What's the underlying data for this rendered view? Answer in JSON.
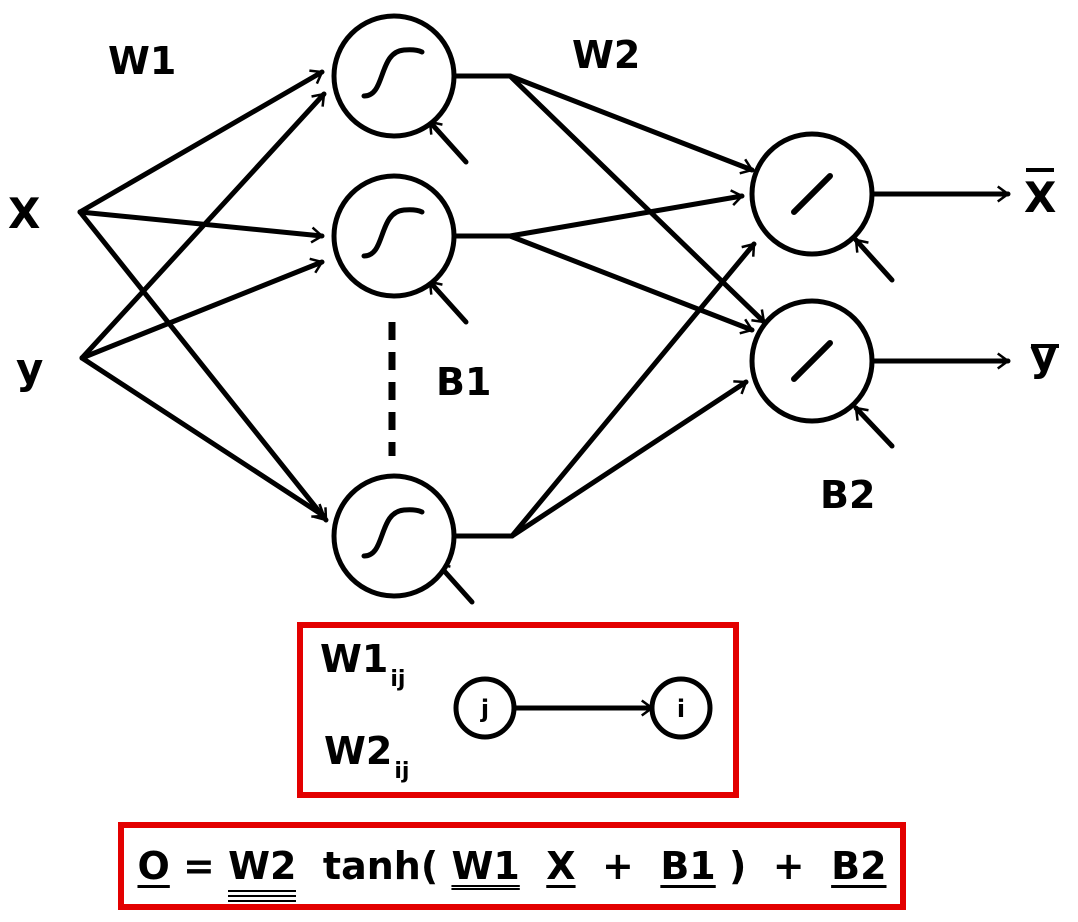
{
  "labels": {
    "w1": "W1",
    "w2": "W2",
    "b1": "B1",
    "b2": "B2",
    "input_x": "X",
    "input_y": "y",
    "output_x": "X",
    "output_y": "y"
  },
  "legend": {
    "w1_main": "W1",
    "w1_sub": "ij",
    "w2_main": "W2",
    "w2_sub": "ij",
    "node_from": "j",
    "node_to": "i"
  },
  "equation": {
    "o": "O",
    "eq": " = ",
    "w2": "W2",
    "tanh": "  tanh( ",
    "w1": "W1",
    "sp1": "  ",
    "x": "X",
    "plus1": "  +  ",
    "b1": "B1",
    "close": " )  +  ",
    "b2": "B2"
  },
  "colors": {
    "stroke": "#000000",
    "box_border": "#e30000"
  }
}
